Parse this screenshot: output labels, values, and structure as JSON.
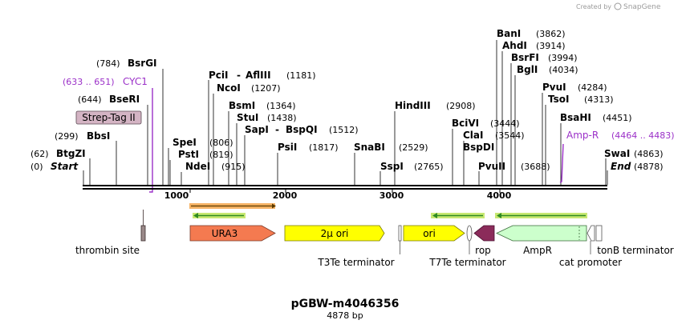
{
  "credit": {
    "prefix": "Created by",
    "brand": "SnapGene"
  },
  "plasmid": {
    "name": "pGBW-m4046356",
    "length_label": "4878 bp",
    "length_bp": 4878
  },
  "axis_ticks": [
    "1000",
    "2000",
    "3000",
    "4000"
  ],
  "sites": [
    {
      "name": "Start",
      "pos": "(0)",
      "italic": true
    },
    {
      "name": "BtgZI",
      "pos": "(62)"
    },
    {
      "name": "BbsI",
      "pos": "(299)"
    },
    {
      "name": "BseRI",
      "pos": "(644)"
    },
    {
      "name": "BsrGI",
      "pos": "(784)"
    },
    {
      "name": "SpeI",
      "pos": "(806)"
    },
    {
      "name": "PstI",
      "pos": "(819)"
    },
    {
      "name": "NdeI",
      "pos": "(915)"
    },
    {
      "name": "NcoI",
      "pos": "(1207)"
    },
    {
      "name": "PciI",
      "name2": "AflIII",
      "pos": "(1181)"
    },
    {
      "name": "BsmI",
      "pos": "(1364)"
    },
    {
      "name": "StuI",
      "pos": "(1438)"
    },
    {
      "name": "SapI",
      "name2": "BspQI",
      "pos": "(1512)"
    },
    {
      "name": "PsiI",
      "pos": "(1817)"
    },
    {
      "name": "SnaBI",
      "pos": "(2529)"
    },
    {
      "name": "SspI",
      "pos": "(2765)"
    },
    {
      "name": "HindIII",
      "pos": "(2908)"
    },
    {
      "name": "BciVI",
      "pos": "(3444)"
    },
    {
      "name": "ClaI",
      "pos": "(3544)"
    },
    {
      "name": "BspDI",
      "pos": ""
    },
    {
      "name": "PvuII",
      "pos": "(3688)"
    },
    {
      "name": "BanI",
      "pos": "(3862)"
    },
    {
      "name": "AhdI",
      "pos": "(3914)"
    },
    {
      "name": "BsrFI",
      "pos": "(3994)"
    },
    {
      "name": "BglI",
      "pos": "(4034)"
    },
    {
      "name": "PvuI",
      "pos": "(4284)"
    },
    {
      "name": "TsoI",
      "pos": "(4313)"
    },
    {
      "name": "BsaHI",
      "pos": "(4451)"
    },
    {
      "name": "SwaI",
      "pos": "(4863)"
    },
    {
      "name": "End",
      "pos": "(4878)",
      "italic": true
    }
  ],
  "primers": [
    {
      "name": "CYC1",
      "range": "(633 .. 651)"
    },
    {
      "name": "Amp-R",
      "range": "(4464 .. 4483)"
    }
  ],
  "tags": [
    {
      "name": "Strep-Tag II"
    }
  ],
  "features": [
    {
      "label": "URA3",
      "color": "#f47a50"
    },
    {
      "label": "2µ ori",
      "color": "#ffff00"
    },
    {
      "label": "ori",
      "color": "#ffff00"
    },
    {
      "label": "rop",
      "color": "#8b2b5a"
    },
    {
      "label": "AmpR",
      "color": "#ccffcc"
    },
    {
      "label": "cat promoter",
      "color": "#ffffff"
    },
    {
      "label": "tonB terminator",
      "color": "#ffffff"
    },
    {
      "label": "thrombin site",
      "color": "#9b8a8a"
    },
    {
      "label": "T3Te terminator",
      "color": "#ffffff"
    },
    {
      "label": "T7Te terminator",
      "color": "#ffffff"
    }
  ],
  "colors": {
    "primer": "#9b30c8",
    "orf_arrow": "#2e8b22",
    "orf_highlight": "#c8e872",
    "selected_orf": "#f4a64a",
    "tag_fill": "#d4b4c4"
  }
}
